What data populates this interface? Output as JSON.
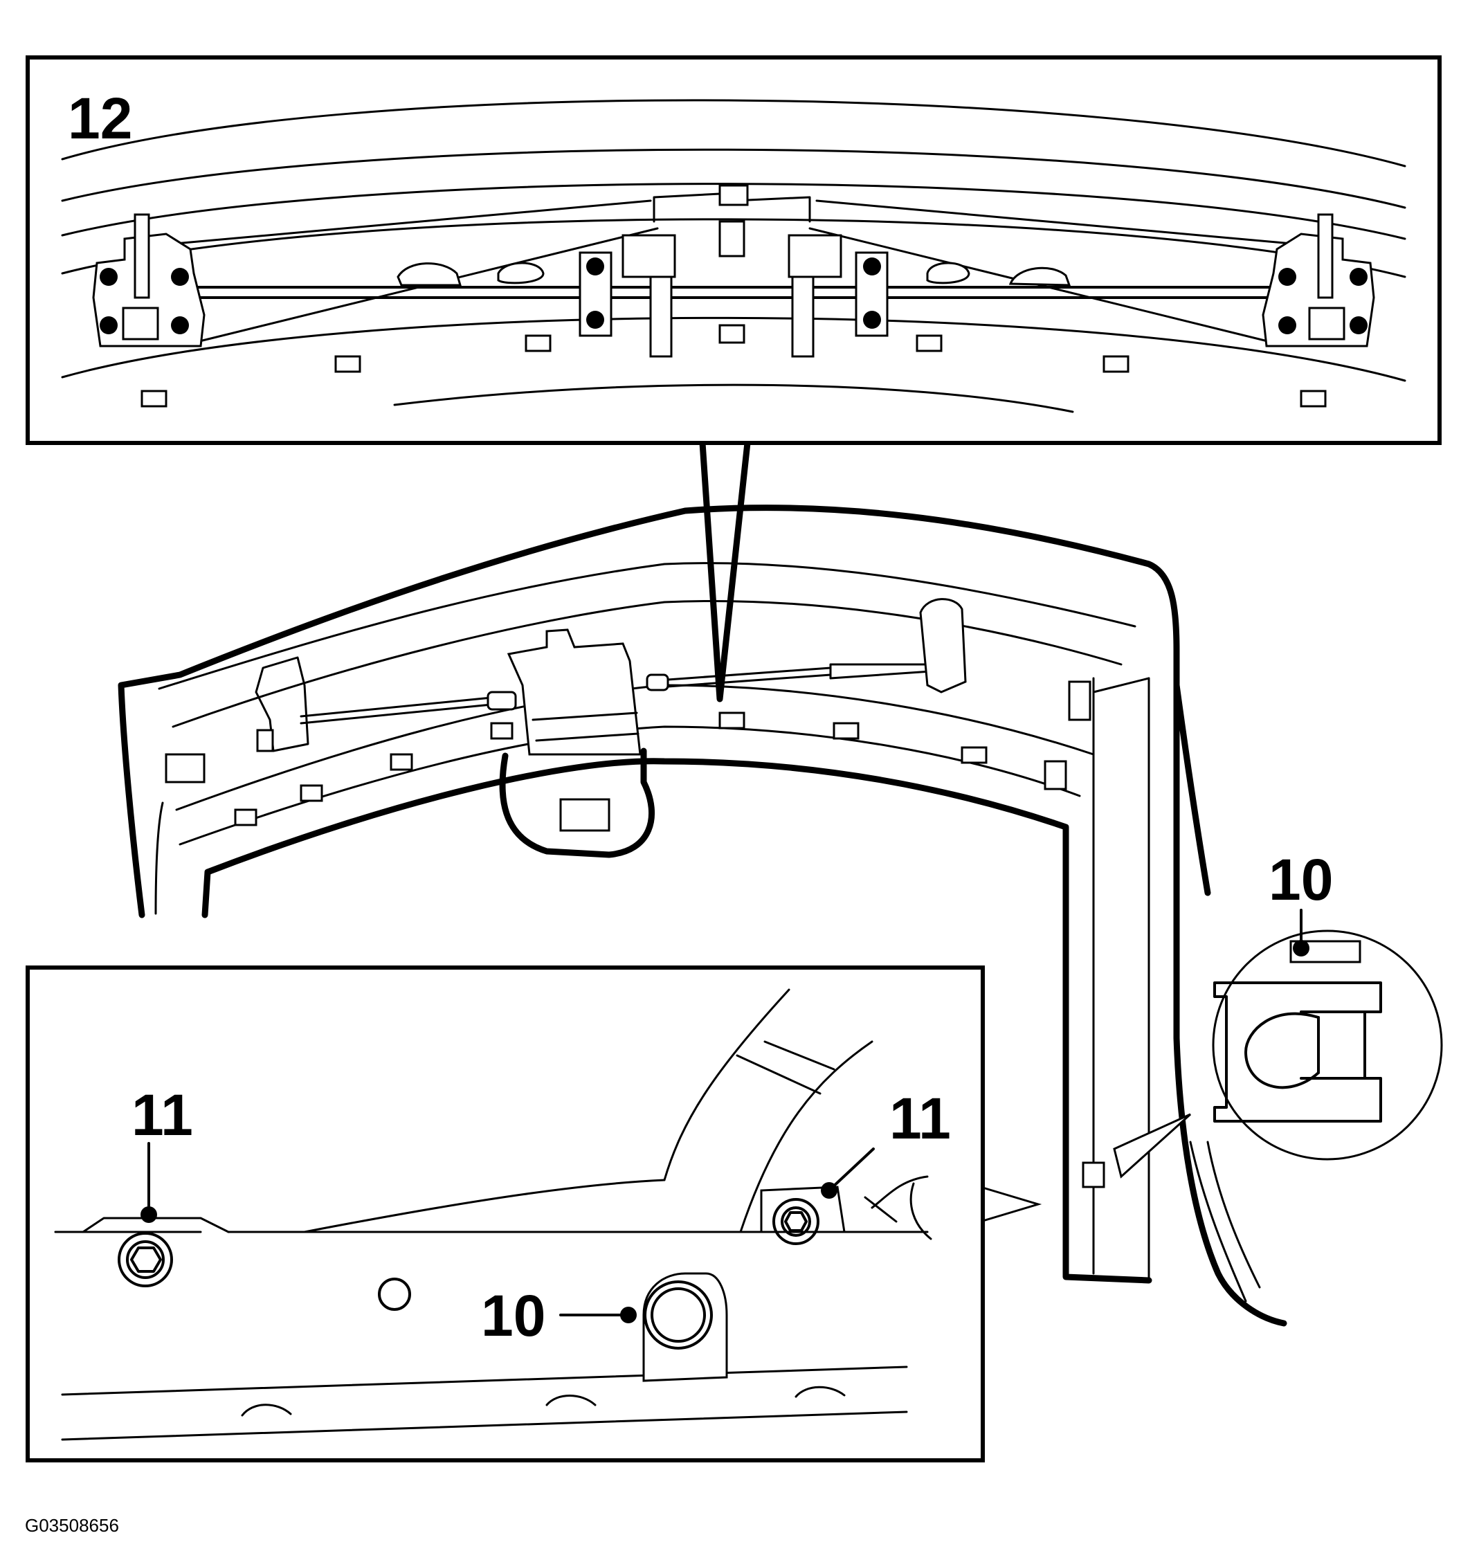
{
  "callouts": {
    "top_inset": "12",
    "circle_inset": "10",
    "bottom_left_bolt": "11",
    "bottom_right_bolt": "11",
    "bottom_center_clip": "10"
  },
  "figure_id": "G03508656",
  "colors": {
    "line": "#000000",
    "background": "#ffffff"
  }
}
